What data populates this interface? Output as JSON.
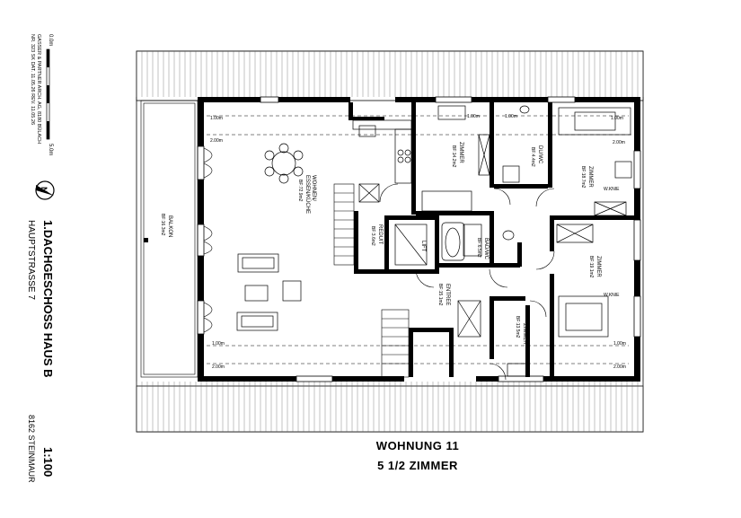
{
  "sidebar": {
    "scale_top": "0.0m",
    "scale_bottom": "5.0m",
    "ref_line1": "NR. 323  SK  DAT. 11.05.26  REV. 11.05.26",
    "ref_line2": "GASSER & PARTNER ARCH. AG, 8180 BÜLACH",
    "north_label": "N",
    "heading": "1.DACHGESCHOSS HAUS B",
    "street": "HAUPTSTRASSE 7",
    "scale": "1:100",
    "town": "8162 STEINMAUR"
  },
  "caption": {
    "title": "WOHNUNG 11",
    "subtitle": "5 1/2 ZIMMER"
  },
  "rooms": {
    "wohnen": "WOHNEN/",
    "essen": "ESSEN/KÜCHE",
    "wohnen_area": "BF:72.9m2",
    "balkon": "BALKON",
    "balkon_area": "BF:16.3m2",
    "zimmer1": "ZIMMER",
    "zimmer1_area": "BF:14.2m2",
    "duwc": "DU/WC",
    "duwc_area": "BF:4.4m2",
    "zimmer2": "ZIMMER",
    "zimmer2_area": "BF:18.7m2",
    "reduit": "REDUIT",
    "reduit_area": "BF:3.6m2",
    "lift": "LIFT",
    "badwc": "BAD/WC",
    "badwc_area": "BF:6.5m2",
    "entree": "ENTREE",
    "entree_area": "BF:15.1m2",
    "zimmer3": "ZIMMER",
    "zimmer3_area": "BF:19.1m2",
    "zimmer4": "ZIMMER",
    "zimmer4_area": "BF:13.5m2"
  },
  "dims": {
    "d1": "1.00m",
    "d2": "2.00m",
    "d3": "1.00m",
    "d4": "2.00m",
    "d5": "W.KNIE",
    "d6": "W.KNIE",
    "d7": "1.00m",
    "d8": "2.00m",
    "d9": "1.00m",
    "d10": "2.00m",
    "d11": "1.00m",
    "d12": "1.00m"
  }
}
